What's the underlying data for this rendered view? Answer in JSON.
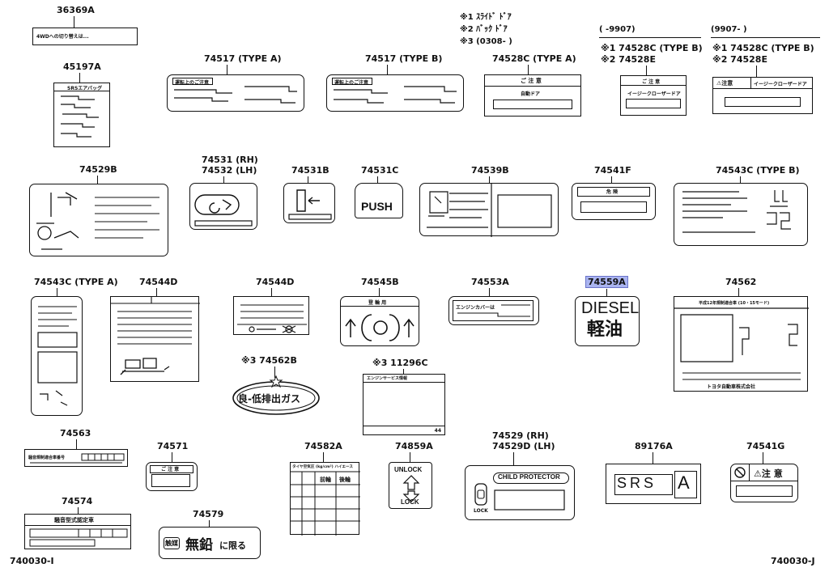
{
  "notes": {
    "n1": "※1 ｽﾗｲﾄﾞ ﾄﾞｱ",
    "n2": "※2 ﾊﾞｯｸ ﾄﾞｱ",
    "n3": "※3 (0308-      )",
    "period1": "(      -9907)",
    "period2": "(9907-      )"
  },
  "parts": {
    "p36369A": "36369A",
    "p45197A": "45197A",
    "p74517A": "74517 (TYPE A)",
    "p74517B": "74517 (TYPE B)",
    "p74528CA": "74528C (TYPE A)",
    "p74528CB1a": "※1 74528C (TYPE B)",
    "p74528CB1b": "※2 74528E",
    "p74528CB2a": "※1 74528C (TYPE B)",
    "p74528CB2b": "※2 74528E",
    "p74529B": "74529B",
    "p74531a": "74531 (RH)",
    "p74531b": "74532 (LH)",
    "p74531B": "74531B",
    "p74531C": "74531C",
    "p74539B": "74539B",
    "p74541F": "74541F",
    "p74543CB": "74543C (TYPE B)",
    "p74543CA": "74543C (TYPE A)",
    "p74544D1": "74544D",
    "p74544D2": "74544D",
    "p74545B": "74545B",
    "p74553A": "74553A",
    "p74559A": "74559A",
    "p74562": "74562",
    "p74562B": "※3 74562B",
    "p11296C": "※3 11296C",
    "p74563": "74563",
    "p74571": "74571",
    "p74582A": "74582A",
    "p74859A": "74859A",
    "p74529RHa": "74529 (RH)",
    "p74529RHb": "74529D (LH)",
    "p89176A": "89176A",
    "p74541G": "74541G",
    "p74574": "74574",
    "p74579": "74579"
  },
  "labels": {
    "l36369A": "4WDへの切り替えは...",
    "l45197A": "SRSエアバッグ",
    "l74517A": "運転上のご注意",
    "l74517B": "運転上のご注意",
    "l74528CA_head": "ご 注 意",
    "l74528CA_sub": "自動ドア",
    "l74528CB1_head": "ご 注 意",
    "l74528CB1_sub": "イージークローザードア",
    "l74528CB2_head": "⚠注意",
    "l74528CB2_sub": "イージークローザードア",
    "l74531C": "PUSH",
    "l74541F": "危 険",
    "l74545B": "登 輪 用",
    "l74553A": "エンジンカバーは",
    "l74559A_top": "DIESEL",
    "l74559A_bottom": "軽油",
    "l74562_head": "平成12年規制適合車 (10・15モード)",
    "l74562_foot": "トヨタ自動車株式会社",
    "l74562B": "良-低排出ガス",
    "l11296C_head": "エンジンサービス情報",
    "l11296C_num": "44",
    "l74563": "騒音規制適合車番号",
    "l74571": "ご 注 意",
    "l74582A_head": "タイヤ空気圧 (kg/cm²) ハイエース",
    "l74582A_front": "前輪",
    "l74582A_rear": "後輪",
    "l74859A_unlock": "UNLOCK",
    "l74859A_lock": "LOCK",
    "l_child": "CHILD PROTECTOR",
    "l_child_lock": "LOCK",
    "l89176A_srs": "SRS",
    "l89176A_a": "A",
    "l74541G": "⚠注 意",
    "l74574": "騒音型式認定車",
    "l74579_badge": "触媒",
    "l74579_main": "無鉛",
    "l74579_tail": "に限る"
  },
  "footer": {
    "left": "740030-I",
    "right": "740030-J"
  }
}
